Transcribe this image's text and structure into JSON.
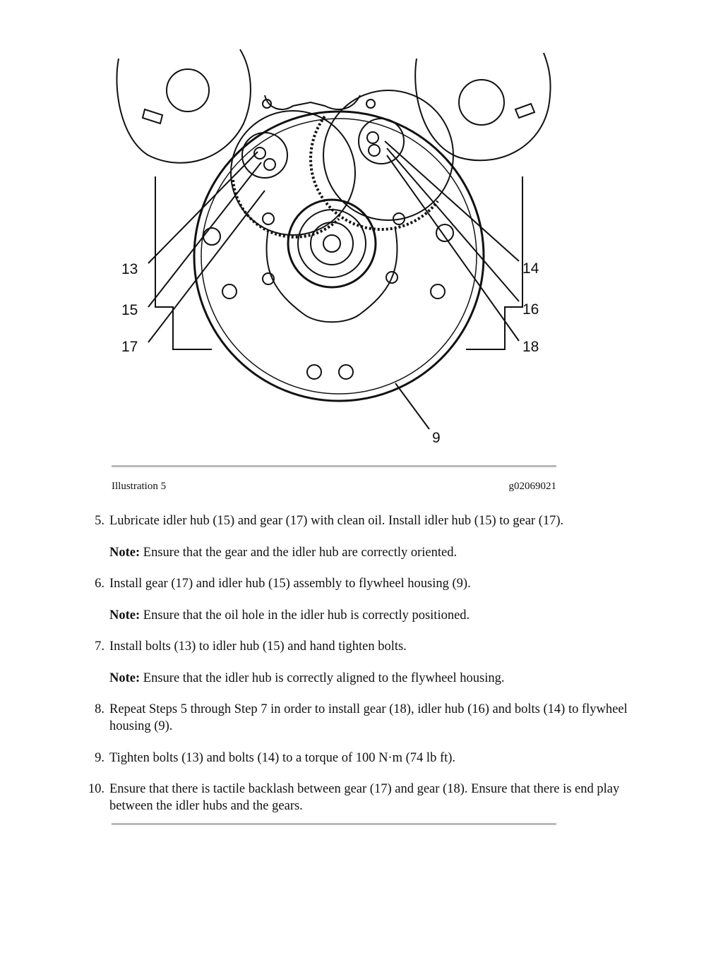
{
  "figure": {
    "callouts": [
      "13",
      "15",
      "17",
      "14",
      "16",
      "18",
      "9"
    ]
  },
  "caption": {
    "label": "Illustration 5",
    "code": "g02069021"
  },
  "steps": [
    {
      "num": "5.",
      "text": "Lubricate idler hub (15) and gear (17) with clean oil. Install idler hub (15) to gear (17).",
      "note_label": "Note:",
      "note_text": " Ensure that the gear and the idler hub are correctly oriented."
    },
    {
      "num": "6.",
      "text": "Install gear (17) and idler hub (15) assembly to flywheel housing (9).",
      "note_label": "Note:",
      "note_text": " Ensure that the oil hole in the idler hub is correctly positioned."
    },
    {
      "num": "7.",
      "text": "Install bolts (13) to idler hub (15) and hand tighten bolts.",
      "note_label": "Note:",
      "note_text": " Ensure that the idler hub is correctly aligned to the flywheel housing."
    },
    {
      "num": "8.",
      "text": "Repeat Steps 5 through Step 7 in order to install gear (18), idler hub (16) and bolts (14) to flywheel housing (9)."
    },
    {
      "num": "9.",
      "text": "Tighten bolts (13) and bolts (14) to a torque of 100 N·m (74 lb ft)."
    },
    {
      "num": "10.",
      "text": "Ensure that there is tactile backlash between gear (17) and gear (18). Ensure that there is end play between the idler hubs and the gears."
    }
  ]
}
